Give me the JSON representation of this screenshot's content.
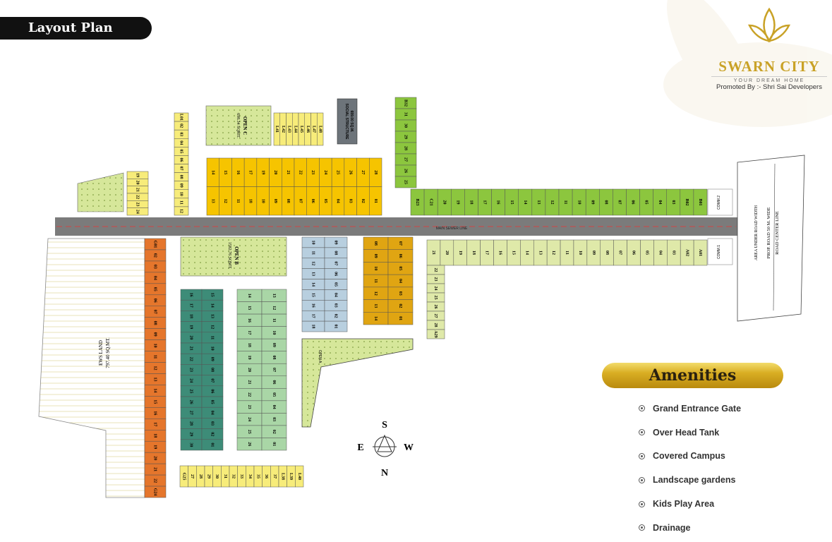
{
  "header": {
    "title": "Layout Plan"
  },
  "logo": {
    "brand": "SWARN CITY",
    "tagline": "YOUR DREAM HOME",
    "promoter": "Promoted By :- Shri Sai Developers"
  },
  "amenities": {
    "title": "Amenities",
    "items": [
      "Grand Entrance Gate",
      "Over Head Tank",
      "Covered Campus",
      "Landscape gardens",
      "Kids Play Area",
      "Drainage"
    ]
  },
  "plan": {
    "labels": {
      "ews_land": "EWS LAND",
      "ews_area": "797.40 SQ.MT.",
      "open_b": "OPEN B",
      "open_b_area": "1582.76 SQMT.",
      "open_c": "OPEN C",
      "open_c_area": "698.34 SQMT.",
      "open_a": "OPEN A",
      "social": "SOCIAL STRUCTURE",
      "social_area": "659.00 SQ.M.",
      "road_width": "PROP. ROAD 50 M. WIDE",
      "road_center": "ROAD CENTER LINE",
      "road_area": "AREA UNDER ROAD WIDTH",
      "main_road": "MAIN SEWER LINE",
      "comm1": "COMM.1",
      "comm2": "COMM.2"
    },
    "compass": {
      "s": "S",
      "e": "E",
      "w": "W",
      "n": "N"
    },
    "colors": {
      "yellow": "#f6c400",
      "lime": "#8cc63e",
      "pale": "#dfe9a9",
      "orange": "#e5762c",
      "teal": "#3d8c78",
      "mint": "#a9d6a6",
      "steel": "#b8cfdf",
      "gold": "#e0a512",
      "light": "#f7ec7a",
      "open": "#d6e79a",
      "road": "#7b7b7b"
    },
    "blocks": [
      {
        "id": "top-yellow",
        "color": "yellow",
        "labels": [
          "14",
          "15",
          "16",
          "17",
          "19",
          "20",
          "21",
          "22",
          "23",
          "24",
          "25",
          "26",
          "27",
          "28",
          "13",
          "12",
          "11",
          "18",
          "10",
          "09",
          "08",
          "07",
          "06",
          "05",
          "04",
          "03",
          "02",
          "01"
        ]
      },
      {
        "id": "lime-row",
        "color": "lime",
        "labels": [
          "B23",
          "C21",
          "20",
          "19",
          "18",
          "17",
          "16",
          "15",
          "14",
          "13",
          "12",
          "11",
          "10",
          "09",
          "08",
          "07",
          "06",
          "05",
          "04",
          "03",
          "B02",
          "B01"
        ]
      },
      {
        "id": "lime-col",
        "color": "lime",
        "labels": [
          "B32",
          "31",
          "30",
          "29",
          "28",
          "27",
          "26",
          "25"
        ]
      },
      {
        "id": "pale-row",
        "color": "pale",
        "labels": [
          "21",
          "20",
          "19",
          "18",
          "17",
          "16",
          "15",
          "14",
          "13",
          "12",
          "11",
          "10",
          "09",
          "08",
          "07",
          "06",
          "05",
          "04",
          "03",
          "A02",
          "A01"
        ]
      },
      {
        "id": "pale-col",
        "color": "pale",
        "labels": [
          "22",
          "23",
          "24",
          "25",
          "26",
          "27",
          "28",
          "A29"
        ]
      },
      {
        "id": "orange-col",
        "color": "orange",
        "labels": [
          "G01",
          "02",
          "03",
          "04",
          "05",
          "06",
          "07",
          "08",
          "09",
          "10",
          "11",
          "12",
          "13",
          "14",
          "15",
          "16",
          "17",
          "18",
          "19",
          "20",
          "21",
          "22",
          "G24"
        ]
      },
      {
        "id": "teal-block",
        "color": "teal",
        "labels": [
          "16",
          "15",
          "17",
          "14",
          "18",
          "13",
          "19",
          "12",
          "20",
          "11",
          "21",
          "10",
          "22",
          "09",
          "23",
          "08",
          "24",
          "07",
          "25",
          "06",
          "26",
          "05",
          "27",
          "04",
          "28",
          "03",
          "29",
          "02",
          "30",
          "01"
        ]
      },
      {
        "id": "mint-block",
        "color": "mint",
        "labels": [
          "14",
          "13",
          "15",
          "12",
          "16",
          "11",
          "17",
          "10",
          "18",
          "09",
          "19",
          "08",
          "20",
          "07",
          "21",
          "06",
          "22",
          "05",
          "23",
          "04",
          "24",
          "03",
          "25",
          "02",
          "26",
          "01"
        ]
      },
      {
        "id": "steel-block",
        "color": "steel",
        "labels": [
          "10",
          "09",
          "11",
          "08",
          "12",
          "07",
          "13",
          "06",
          "14",
          "05",
          "15",
          "04",
          "16",
          "03",
          "17",
          "02",
          "18",
          "01"
        ]
      },
      {
        "id": "gold-block",
        "color": "gold",
        "labels": [
          "08",
          "07",
          "09",
          "06",
          "10",
          "05",
          "11",
          "04",
          "12",
          "03",
          "13",
          "02",
          "14",
          "01"
        ]
      },
      {
        "id": "bottom-row",
        "color": "light",
        "labels": [
          "G25",
          "27",
          "28",
          "29",
          "30",
          "31",
          "32",
          "33",
          "34",
          "35",
          "36",
          "37",
          "L38",
          "L39",
          "L40"
        ]
      },
      {
        "id": "top-left-col",
        "color": "light",
        "labels": [
          "L01",
          "02",
          "03",
          "04",
          "05",
          "06",
          "07",
          "08",
          "09",
          "10",
          "11",
          "12"
        ]
      },
      {
        "id": "top-left-row",
        "color": "light",
        "labels": [
          "19",
          "20",
          "21",
          "22",
          "23",
          "24"
        ]
      },
      {
        "id": "top-mid-row",
        "color": "light",
        "labels": [
          "L41",
          "L42",
          "L43",
          "L44",
          "L45",
          "L46",
          "L47",
          "L48"
        ]
      }
    ]
  }
}
